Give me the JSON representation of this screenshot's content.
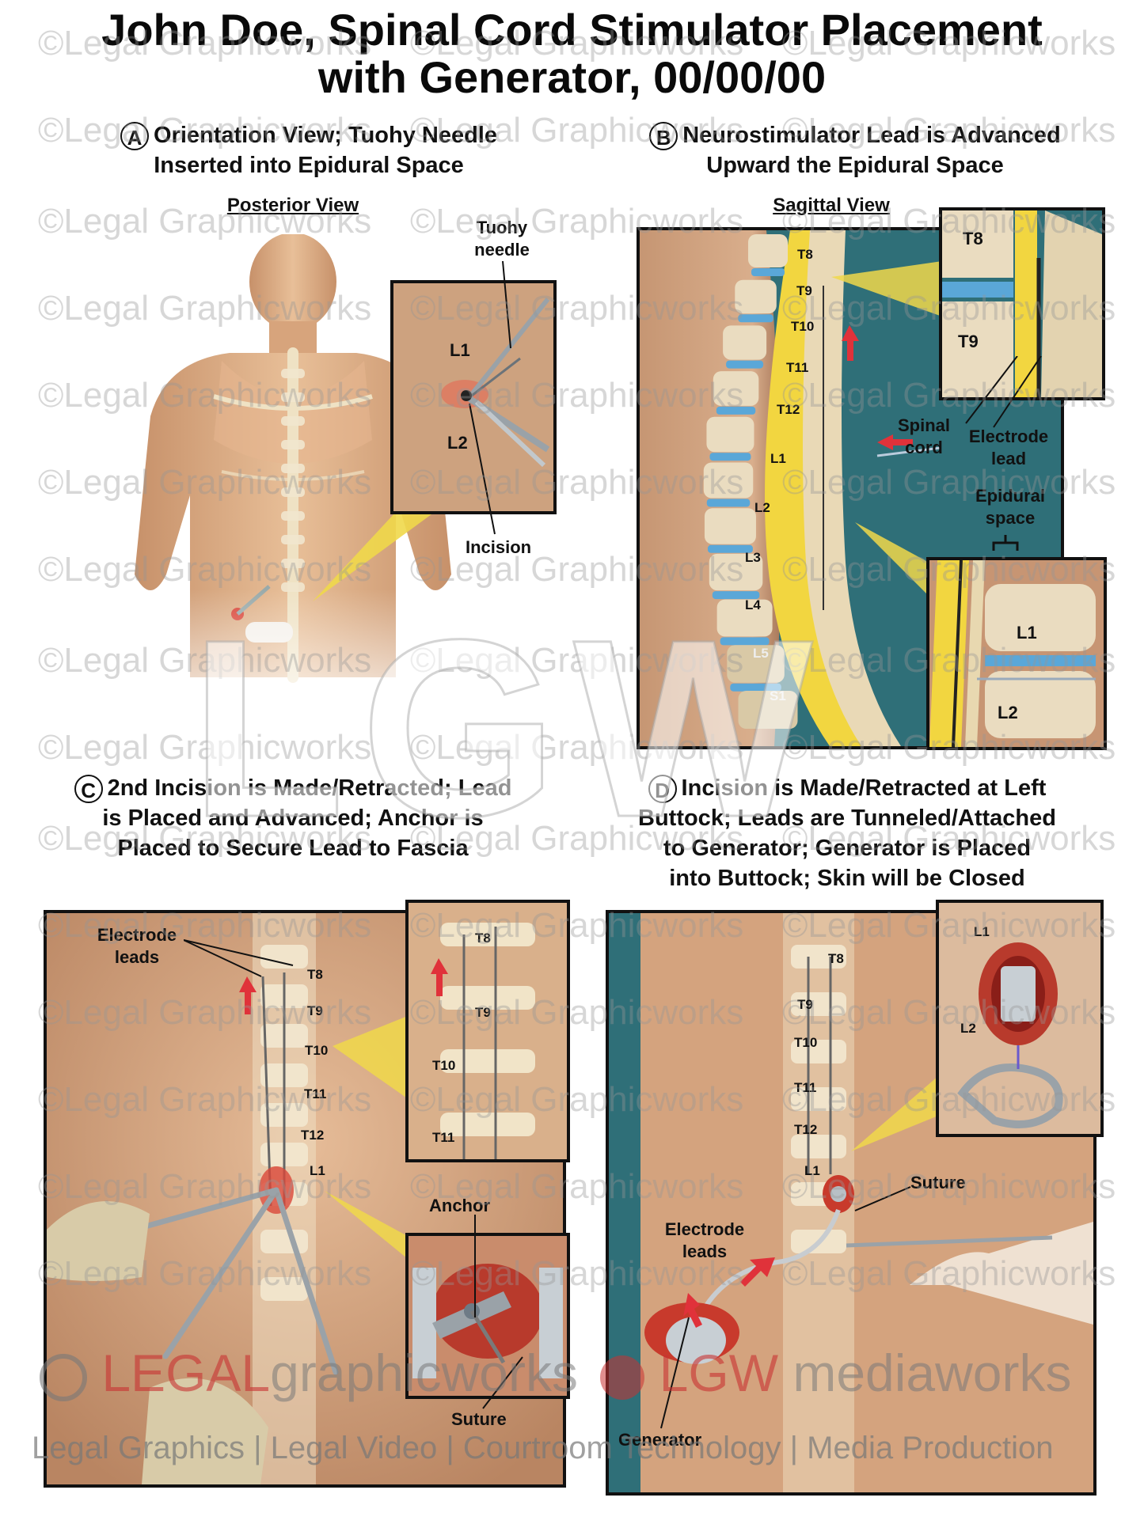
{
  "title": {
    "line1": "John Doe, Spinal Cord Stimulator Placement",
    "line2": "with Generator, 00/00/00"
  },
  "panels": {
    "a": {
      "letter": "A",
      "title1": "Orientation View; Tuohy Needle",
      "title2": "Inserted into Epidural Space",
      "view": "Posterior View",
      "labels": {
        "tuohy": "Tuohy",
        "needle": "needle",
        "l1": "L1",
        "l2": "L2",
        "incision": "Incision"
      }
    },
    "b": {
      "letter": "B",
      "title1": "Neurostimulator Lead is Advanced",
      "title2": "Upward the Epidural Space",
      "view": "Sagittal View",
      "vertebrae": [
        "T8",
        "T9",
        "T10",
        "T11",
        "T12",
        "L1",
        "L2",
        "L3",
        "L4",
        "L5",
        "S1"
      ],
      "labels": {
        "t8": "T8",
        "t9": "T9",
        "spinal": "Spinal",
        "cord": "cord",
        "electrode": "Electrode",
        "lead": "lead",
        "epidural": "Epidural",
        "space": "space",
        "l1": "L1",
        "l2": "L2"
      }
    },
    "c": {
      "letter": "C",
      "title1": "2nd Incision is Made/Retracted; Lead",
      "title2": "is Placed and Advanced; Anchor is",
      "title3": "Placed to Secure Lead to Fascia",
      "vertebrae": [
        "T8",
        "T9",
        "T10",
        "T11",
        "T12",
        "L1"
      ],
      "inset_vertebrae": [
        "T8",
        "T9",
        "T10",
        "T11"
      ],
      "labels": {
        "electrode": "Electrode",
        "leads": "leads",
        "anchor": "Anchor",
        "suture": "Suture"
      }
    },
    "d": {
      "letter": "D",
      "title1": "Incision is Made/Retracted at Left",
      "title2": "Buttock; Leads are Tunneled/Attached",
      "title3": "to Generator; Generator is Placed",
      "title4": "into Buttock; Skin will be Closed",
      "vertebrae": [
        "T8",
        "T9",
        "T10",
        "T11",
        "T12",
        "L1"
      ],
      "labels": {
        "suture": "Suture",
        "electrode": "Electrode",
        "leads": "leads",
        "generator": "Generator",
        "l1": "L1",
        "l2": "L2"
      }
    }
  },
  "watermark": {
    "text": "©Legal Graphicworks",
    "logo_big": "LGW",
    "brand_legal": "LEGAL",
    "brand_graphicworks": "graphicworks",
    "brand_lgw": "LGW",
    "brand_mediaworks": "mediaworks",
    "footer": "Legal Graphics | Legal Video | Courtroom Technology | Media Production"
  },
  "colors": {
    "skin": "#d9a77c",
    "teal_bg": "#2f6f78",
    "spinal_cord": "#f2d640",
    "bone": "#eadcc0",
    "disc": "#5aa7d8",
    "arrow": "#e0323a",
    "incision": "#c83a2c"
  }
}
